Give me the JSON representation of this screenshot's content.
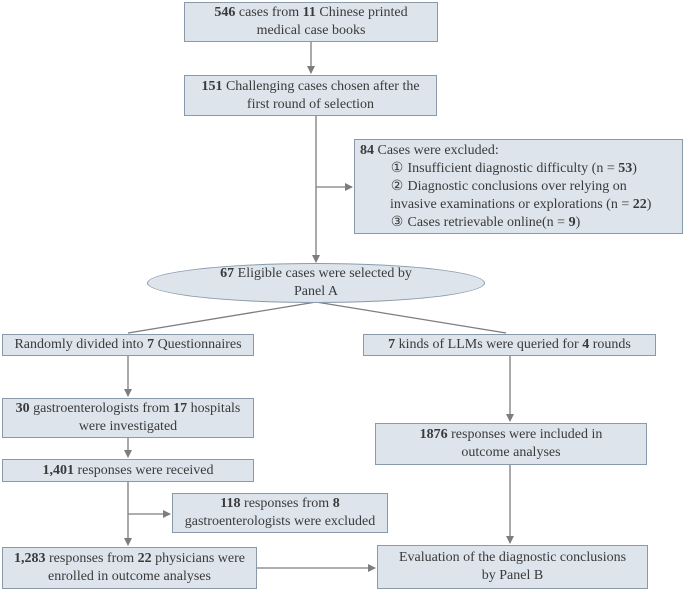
{
  "boxes": {
    "source": {
      "lines": [
        [
          {
            "b": "546"
          },
          {
            "t": " cases from "
          },
          {
            "b": "11"
          },
          {
            "t": " Chinese printed"
          }
        ],
        [
          {
            "t": "medical case books"
          }
        ]
      ]
    },
    "challenging": {
      "lines": [
        [
          {
            "b": "151"
          },
          {
            "t": " Challenging cases chosen after the"
          }
        ],
        [
          {
            "t": "first round of selection"
          }
        ]
      ]
    },
    "eligible": {
      "lines": [
        [
          {
            "b": "67"
          },
          {
            "t": " Eligible cases were selected by"
          }
        ],
        [
          {
            "t": "Panel A"
          }
        ]
      ]
    },
    "questionnaires": {
      "lines": [
        [
          {
            "t": "Randomly divided into "
          },
          {
            "b": "7"
          },
          {
            "t": " Questionnaires"
          }
        ]
      ]
    },
    "gastro": {
      "lines": [
        [
          {
            "b": "30"
          },
          {
            "t": " gastroenterologists from "
          },
          {
            "b": "17"
          },
          {
            "t": " hospitals"
          }
        ],
        [
          {
            "t": "were investigated"
          }
        ]
      ]
    },
    "received": {
      "lines": [
        [
          {
            "b": "1,401"
          },
          {
            "t": " responses were received"
          }
        ]
      ]
    },
    "excluded118": {
      "lines": [
        [
          {
            "b": "118"
          },
          {
            "t": " responses from "
          },
          {
            "b": "8"
          }
        ],
        [
          {
            "t": "gastroenterologists were excluded"
          }
        ]
      ]
    },
    "enrolled": {
      "lines": [
        [
          {
            "b": "1,283"
          },
          {
            "t": " responses from "
          },
          {
            "b": "22"
          },
          {
            "t": " physicians were"
          }
        ],
        [
          {
            "t": "enrolled in outcome analyses"
          }
        ]
      ]
    },
    "llms": {
      "lines": [
        [
          {
            "b": "7"
          },
          {
            "t": " kinds of LLMs were queried for "
          },
          {
            "b": "4"
          },
          {
            "t": " rounds"
          }
        ]
      ]
    },
    "responses1876": {
      "lines": [
        [
          {
            "b": "1876"
          },
          {
            "t": " responses were included in"
          }
        ],
        [
          {
            "t": "outcome analyses"
          }
        ]
      ]
    },
    "evaluation": {
      "lines": [
        [
          {
            "t": "Evaluation of the diagnostic conclusions"
          }
        ],
        [
          {
            "t": "by Panel B"
          }
        ]
      ]
    }
  },
  "exclusion": {
    "heading": [
      {
        "b": "84"
      },
      {
        "t": " Cases were excluded:"
      }
    ],
    "items": [
      {
        "mark": "①",
        "lines": [
          [
            {
              "t": "Insufficient diagnostic difficulty (n = "
            },
            {
              "b": "53"
            },
            {
              "t": ")"
            }
          ]
        ]
      },
      {
        "mark": "②",
        "lines": [
          [
            {
              "t": "Diagnostic conclusions over relying on"
            }
          ],
          [
            {
              "t": "invasive examinations or explorations (n = "
            },
            {
              "b": "22"
            },
            {
              "t": ")"
            }
          ]
        ]
      },
      {
        "mark": "③",
        "lines": [
          [
            {
              "t": "Cases retrievable online(n = "
            },
            {
              "b": "9"
            },
            {
              "t": ")"
            }
          ]
        ]
      }
    ]
  },
  "colors": {
    "fill": "#dde4ec",
    "border": "#8a9aab",
    "line": "#7d7d7d",
    "text": "#3a3a3a"
  }
}
